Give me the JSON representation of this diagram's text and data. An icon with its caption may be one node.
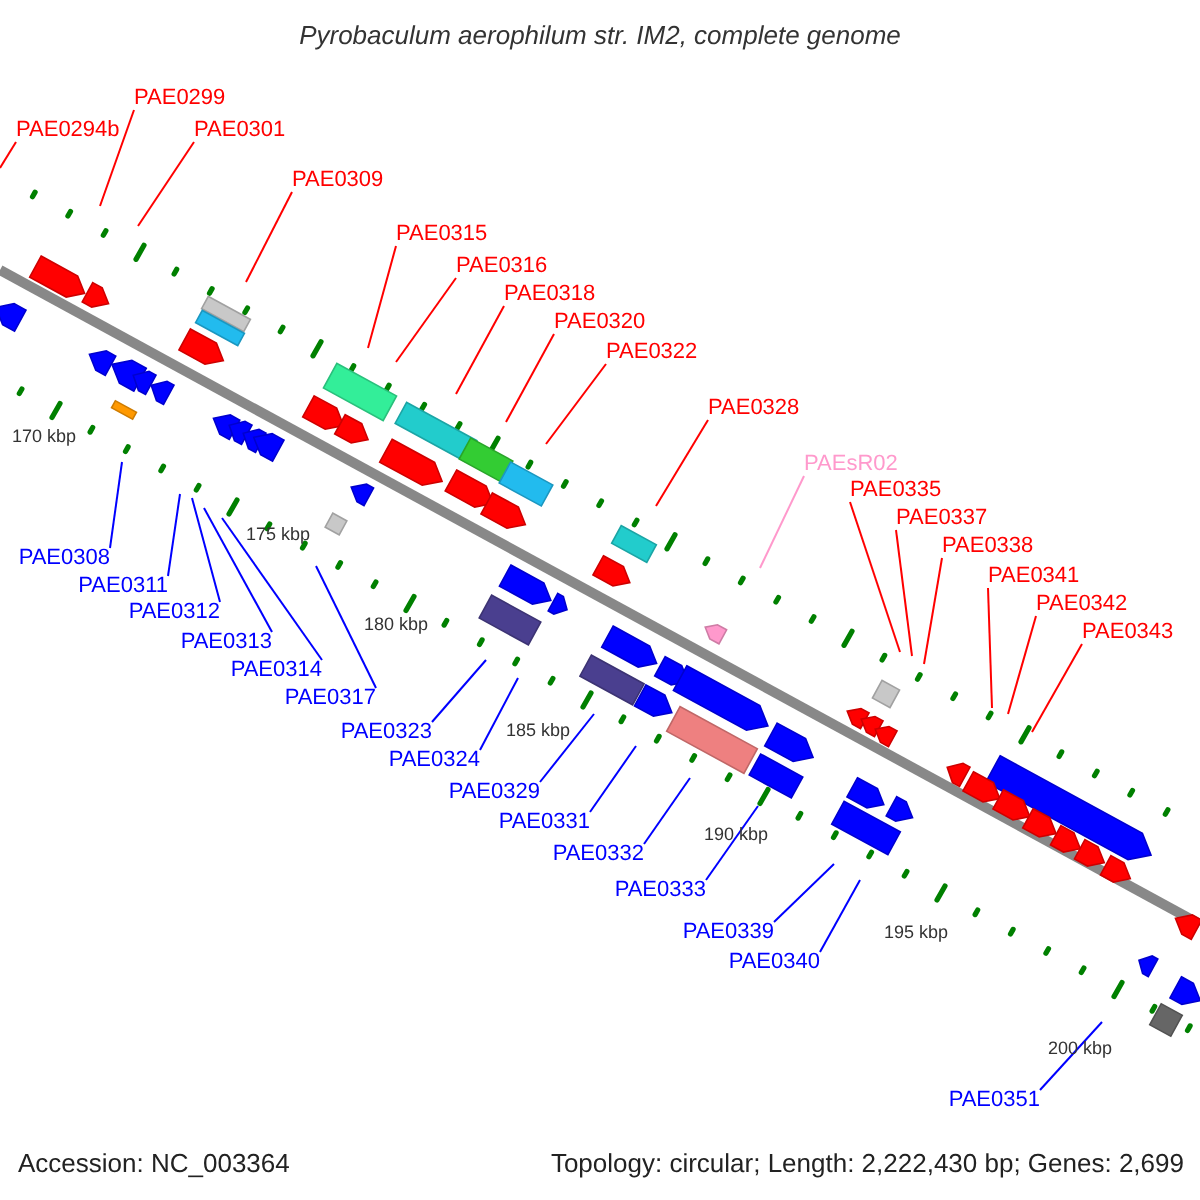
{
  "diagram": {
    "title": "Pyrobaculum aerophilum str. IM2, complete genome",
    "nodes": [
      {
        "text": [
          "PAE0294b"
        ]
      },
      {
        "text": [
          "PAE0299"
        ]
      },
      {
        "text": [
          "PAE0301"
        ]
      },
      {
        "text": [
          "PAE0309"
        ]
      },
      {
        "text": [
          "PAE0315"
        ]
      },
      {
        "text": [
          "PAE0316"
        ]
      },
      {
        "text": [
          "PAE0318"
        ]
      },
      {
        "text": [
          "PAE0320"
        ]
      },
      {
        "text": [
          "PAE0322"
        ]
      },
      {
        "text": [
          "PAE0328"
        ]
      },
      {
        "text": [
          "PAEsR02"
        ]
      },
      {
        "text": [
          "PAE0335"
        ]
      },
      {
        "text": [
          "PAE0337"
        ]
      },
      {
        "text": [
          "PAE0338"
        ]
      },
      {
        "text": [
          "PAE0341"
        ]
      },
      {
        "text": [
          "PAE0342"
        ]
      },
      {
        "text": [
          "PAE0343"
        ]
      },
      {
        "text": [
          "PAE0308"
        ]
      },
      {
        "text": [
          "PAE0311"
        ]
      },
      {
        "text": [
          "PAE0312"
        ]
      },
      {
        "text": [
          "PAE0313"
        ]
      },
      {
        "text": [
          "PAE0314"
        ]
      },
      {
        "text": [
          "PAE0317"
        ]
      },
      {
        "text": [
          "PAE0323"
        ]
      },
      {
        "text": [
          "PAE0324"
        ]
      },
      {
        "text": [
          "PAE0329"
        ]
      },
      {
        "text": [
          "PAE0331"
        ]
      },
      {
        "text": [
          "PAE0332"
        ]
      },
      {
        "text": [
          "PAE0333"
        ]
      },
      {
        "text": [
          "PAE0339"
        ]
      },
      {
        "text": [
          "PAE0340"
        ]
      },
      {
        "text": [
          "PAE0351"
        ]
      }
    ],
    "edges": [
      {
        "from": 0,
        "to": null,
        "arrow": "none",
        "color": "#ff0000"
      },
      {
        "from": 1,
        "to": null,
        "arrow": "none",
        "color": "#ff0000"
      },
      {
        "from": 2,
        "to": null,
        "arrow": "none",
        "color": "#ff0000"
      },
      {
        "from": 3,
        "to": null,
        "arrow": "none",
        "color": "#ff0000"
      },
      {
        "from": 4,
        "to": null,
        "arrow": "none",
        "color": "#ff0000"
      },
      {
        "from": 5,
        "to": null,
        "arrow": "none",
        "color": "#ff0000"
      },
      {
        "from": 6,
        "to": null,
        "arrow": "none",
        "color": "#ff0000"
      },
      {
        "from": 7,
        "to": null,
        "arrow": "none",
        "color": "#ff0000"
      },
      {
        "from": 8,
        "to": null,
        "arrow": "none",
        "color": "#ff0000"
      },
      {
        "from": 9,
        "to": null,
        "arrow": "none",
        "color": "#ff0000"
      },
      {
        "from": 10,
        "to": null,
        "arrow": "none",
        "color": "#ff99cc"
      },
      {
        "from": 11,
        "to": null,
        "arrow": "none",
        "color": "#ff0000"
      },
      {
        "from": 12,
        "to": null,
        "arrow": "none",
        "color": "#ff0000"
      },
      {
        "from": 13,
        "to": null,
        "arrow": "none",
        "color": "#ff0000"
      },
      {
        "from": 14,
        "to": null,
        "arrow": "none",
        "color": "#ff0000"
      },
      {
        "from": 15,
        "to": null,
        "arrow": "none",
        "color": "#ff0000"
      },
      {
        "from": 16,
        "to": null,
        "arrow": "none",
        "color": "#ff0000"
      },
      {
        "from": 17,
        "to": null,
        "arrow": "none",
        "color": "#0000ff"
      },
      {
        "from": 18,
        "to": null,
        "arrow": "none",
        "color": "#0000ff"
      },
      {
        "from": 19,
        "to": null,
        "arrow": "none",
        "color": "#0000ff"
      },
      {
        "from": 20,
        "to": null,
        "arrow": "none",
        "color": "#0000ff"
      },
      {
        "from": 21,
        "to": null,
        "arrow": "none",
        "color": "#0000ff"
      },
      {
        "from": 22,
        "to": null,
        "arrow": "none",
        "color": "#0000ff"
      },
      {
        "from": 23,
        "to": null,
        "arrow": "none",
        "color": "#0000ff"
      },
      {
        "from": 24,
        "to": null,
        "arrow": "none",
        "color": "#0000ff"
      },
      {
        "from": 25,
        "to": null,
        "arrow": "none",
        "color": "#0000ff"
      },
      {
        "from": 26,
        "to": null,
        "arrow": "none",
        "color": "#0000ff"
      },
      {
        "from": 27,
        "to": null,
        "arrow": "none",
        "color": "#0000ff"
      },
      {
        "from": 28,
        "to": null,
        "arrow": "none",
        "color": "#0000ff"
      },
      {
        "from": 29,
        "to": null,
        "arrow": "none",
        "color": "#0000ff"
      },
      {
        "from": 30,
        "to": null,
        "arrow": "none",
        "color": "#0000ff"
      },
      {
        "from": 31,
        "to": null,
        "arrow": "none",
        "color": "#0000ff"
      }
    ],
    "labels": [
      "170 kbp",
      "175 kbp",
      "180 kbp",
      "185 kbp",
      "190 kbp",
      "195 kbp",
      "200 kbp",
      "Accession: NC_003364",
      "Topology: circular; Length: 2,222,430 bp; Genes: 2,699"
    ]
  }
}
